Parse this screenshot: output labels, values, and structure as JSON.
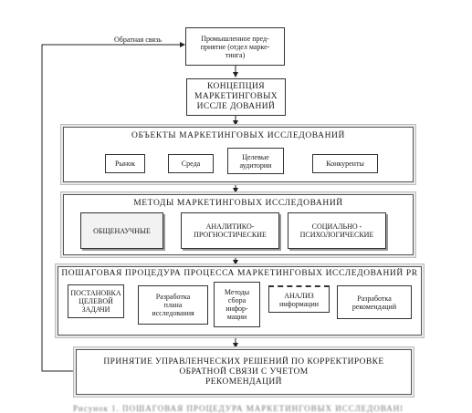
{
  "feedback_label": "Обратная связь",
  "enterprise": {
    "text": "Промышленное пред-\nприятие (отдел марке-\nтинга)"
  },
  "concept": {
    "text": "КОНЦЕПЦИЯ\nМАРКЕТИНГОВЫХ\nИССЛЕ ДОВАНИЙ"
  },
  "objects": {
    "title": "ОБЪЕКТЫ  МАРКЕТИНГОВЫХ  ИССЛЕДОВАНИЙ",
    "items": [
      "Рынок",
      "Среда",
      "Целевые\nаудитории",
      "Конкуренты"
    ]
  },
  "methods": {
    "title": "МЕТОДЫ   МАРКЕТИНГОВЫХ     ИССЛЕДОВАНИЙ",
    "items": [
      "ОБЩЕНАУЧНЫЕ",
      "АНАЛИТИКО-\nПРОГНОСТИЧЕСКИЕ",
      "СОЦИАЛЬНО -\nПСИХОЛОГИЧЕСКИЕ"
    ]
  },
  "procedure": {
    "title": "ПОШАГОВАЯ  ПРОЦЕДУРА ПРОЦЕССА  МАРКЕТИНГОВЫХ ИССЛЕДОВАНИЙ PR",
    "steps": [
      "ПОСТАНОВКА\nЦЕЛЕВОЙ\nЗАДАЧИ",
      "Разработка\nплана\nисследования",
      "Методы\nсбора\nинфор-\nмации",
      "АНАЛИЗ\nинформации",
      "Разработка\nрекомендаций"
    ]
  },
  "decisions": {
    "text": "ПРИНЯТИЕ УПРАВЛЕНЧЕСКИХ РЕШЕНИЙ  ПО КОРРЕКТИРОВКЕ\nОБРАТНОЙ СВЯЗИ С УЧЕТОМ\nРЕКОМЕНДАЦИЙ"
  },
  "caption": "Рисунок 1. ПОШАГОВАЯ ПРОЦЕДУРА МАРКЕТИНГОВЫХ ИССЛЕДОВАНИЙ PR"
}
